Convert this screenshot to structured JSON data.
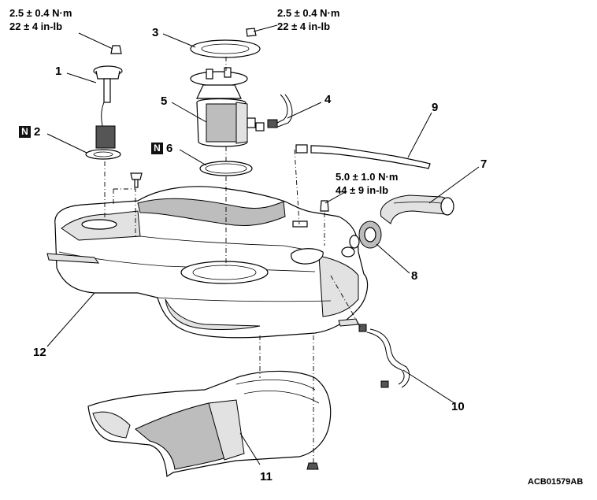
{
  "torque_specs": {
    "sender_bolt": {
      "nm": "2.5 ± 0.4 N·m",
      "inlb": "22 ± 4 in-lb"
    },
    "pump_cover_bolt": {
      "nm": "2.5 ± 0.4 N·m",
      "inlb": "22 ± 4 in-lb"
    },
    "filler_bolt": {
      "nm": "5.0 ± 1.0 N·m",
      "inlb": "44 ± 9 in-lb"
    }
  },
  "callouts": {
    "c1": "1",
    "c2": "2",
    "c3": "3",
    "c4": "4",
    "c5": "5",
    "c6": "6",
    "c7": "7",
    "c8": "8",
    "c9": "9",
    "c10": "10",
    "c11": "11",
    "c12": "12"
  },
  "badge_letter": "N",
  "drawing_code": "ACB01579AB"
}
